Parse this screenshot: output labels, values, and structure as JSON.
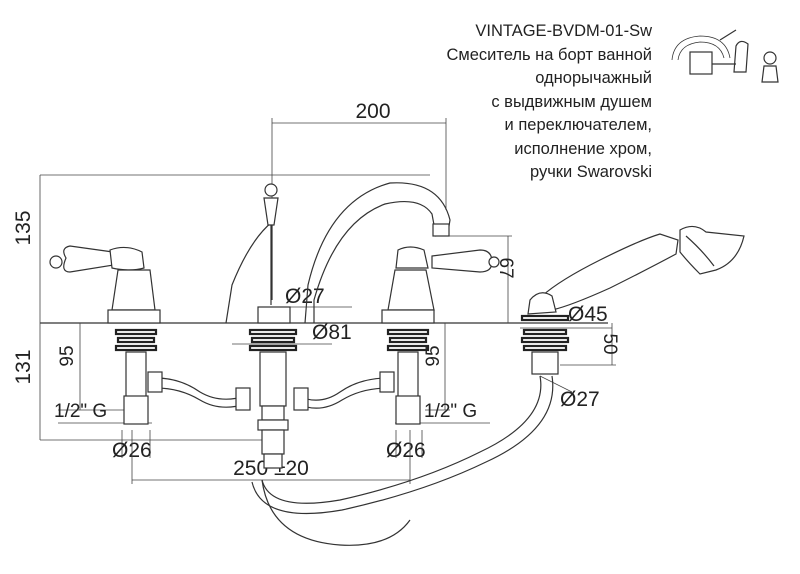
{
  "product": {
    "code": "VINTAGE-BVDM-01-Sw",
    "description_lines": [
      "Смеситель на борт ванной",
      "однорычажный",
      "с выдвижным душем",
      "и переключателем,",
      "исполнение хром,",
      "ручки Swarovski"
    ]
  },
  "dimensions": {
    "spout_reach": "200",
    "total_height": "135",
    "below_deck_height": "131",
    "valve_body_left": "95",
    "valve_body_right": "95",
    "spout_drop": "67",
    "spout_base_diameter": "Ø27",
    "flange_diameter": "Ø81",
    "shower_flange_diameter": "Ø45",
    "shower_body_height": "50",
    "shower_hole_diameter": "Ø27",
    "thread_left": "1/2\" G",
    "thread_right": "1/2\" G",
    "pipe_diameter_left": "Ø26",
    "pipe_diameter_right": "Ø26",
    "center_distance": "250 ±20"
  },
  "colors": {
    "line": "#333333",
    "background": "#ffffff"
  }
}
